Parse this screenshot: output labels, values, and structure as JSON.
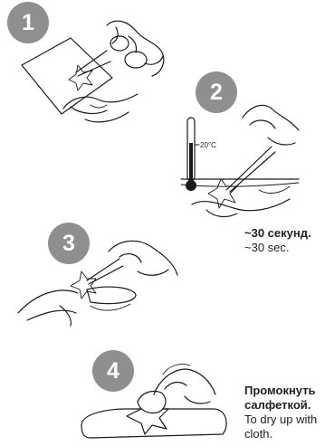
{
  "steps": [
    {
      "number": "1"
    },
    {
      "number": "2",
      "thermometer_label": "20°C"
    },
    {
      "number": "3",
      "caption_ru": "~30 секунд.",
      "caption_en": "~30 sec."
    },
    {
      "number": "4",
      "caption_ru_line1": "Промокнуть",
      "caption_ru_line2": "салфеткой.",
      "caption_en_line1": "To dry up with",
      "caption_en_line2": "cloth."
    }
  ],
  "colors": {
    "badge": "#8f8f8f",
    "thermometer": "#1a1a1a"
  }
}
